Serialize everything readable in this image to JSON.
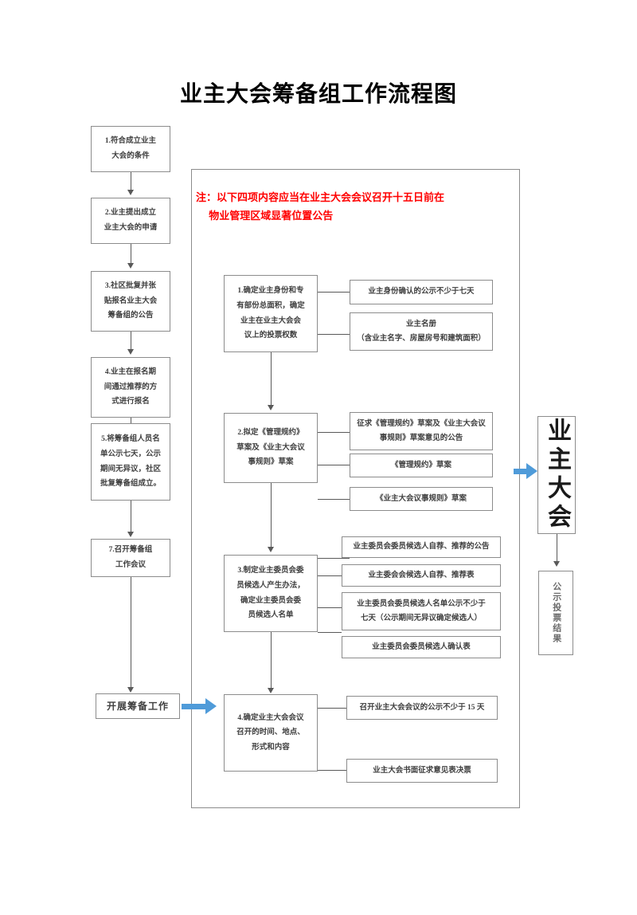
{
  "document": {
    "title": "业主大会筹备组工作流程图"
  },
  "note": {
    "text": "注：以下四项内容应当在业主大会会议召开十五日前在\n     物业管理区域显著位置公告",
    "color": "#ff0000"
  },
  "colors": {
    "box_border": "#8c8c8c",
    "connector": "#595959",
    "blue_arrow": "#4f9bd9",
    "note_red": "#ff0000",
    "text": "#3f3f3f"
  },
  "left_flow": {
    "steps": [
      {
        "id": "step1",
        "text": "1.符合成立业主\n大会的条件"
      },
      {
        "id": "step2",
        "text": "2.业主提出成立\n业主大会的申请"
      },
      {
        "id": "step3",
        "text": "3.社区批复并张\n贴报名业主大会\n筹备组的公告"
      },
      {
        "id": "step4",
        "text": "4.业主在报名期\n间通过推荐的方\n式进行报名"
      },
      {
        "id": "step5",
        "text": "5.将筹备组人员名\n单公示七天，公示\n期间无异议，社区\n批复筹备组成立。"
      },
      {
        "id": "step7",
        "text": "7.召开筹备组\n工作会议"
      }
    ],
    "start_box": {
      "id": "start",
      "text": "开展筹备工作"
    }
  },
  "stages": [
    {
      "id": "stage1",
      "label": "1.确定业主身份和专\n有部份总面积，确定\n业主在业主大会会\n议上的投票权数",
      "details": [
        {
          "id": "s1-d1",
          "text": "业主身份确认的公示不少于七天"
        },
        {
          "id": "s1-d2",
          "text": "业主名册\n（含业主名字、房屋房号和建筑面积）"
        }
      ]
    },
    {
      "id": "stage2",
      "label": "2.拟定《管理规约》\n草案及《业主大会议\n事规则》草案",
      "details": [
        {
          "id": "s2-d1",
          "text": "征求《管理规约》草案及《业主大会议\n事规则》草案意见的公告"
        },
        {
          "id": "s2-d2",
          "text": "《管理规约》草案"
        },
        {
          "id": "s2-d3",
          "text": "《业主大会议事规则》草案"
        }
      ]
    },
    {
      "id": "stage3",
      "label": "3.制定业主委员会委\n员候选人产生办法，\n确定业主委员会委\n员候选人名单",
      "details": [
        {
          "id": "s3-d1",
          "text": "业主委员会委员候选人自荐、推荐的公告"
        },
        {
          "id": "s3-d2",
          "text": "业主委会会候选人自荐、推荐表"
        },
        {
          "id": "s3-d3",
          "text": "业主委员会委员候选人名单公示不少于\n七天（公示期间无异议确定候选人）"
        },
        {
          "id": "s3-d4",
          "text": "业主委员会委员候选人确认表"
        }
      ]
    },
    {
      "id": "stage4",
      "label": "4.确定业主大会会议\n召开的时间、地点、\n形式和内容",
      "details": [
        {
          "id": "s4-d1",
          "text": "召开业主大会会议的公示不少于 15 天"
        },
        {
          "id": "s4-d2",
          "text": "业主大会书面征求意见表决票"
        }
      ]
    }
  ],
  "right_column": {
    "assembly_box": {
      "id": "assembly",
      "text": "业主大会"
    },
    "result_box": {
      "id": "result",
      "text": "公示投票结果"
    }
  }
}
